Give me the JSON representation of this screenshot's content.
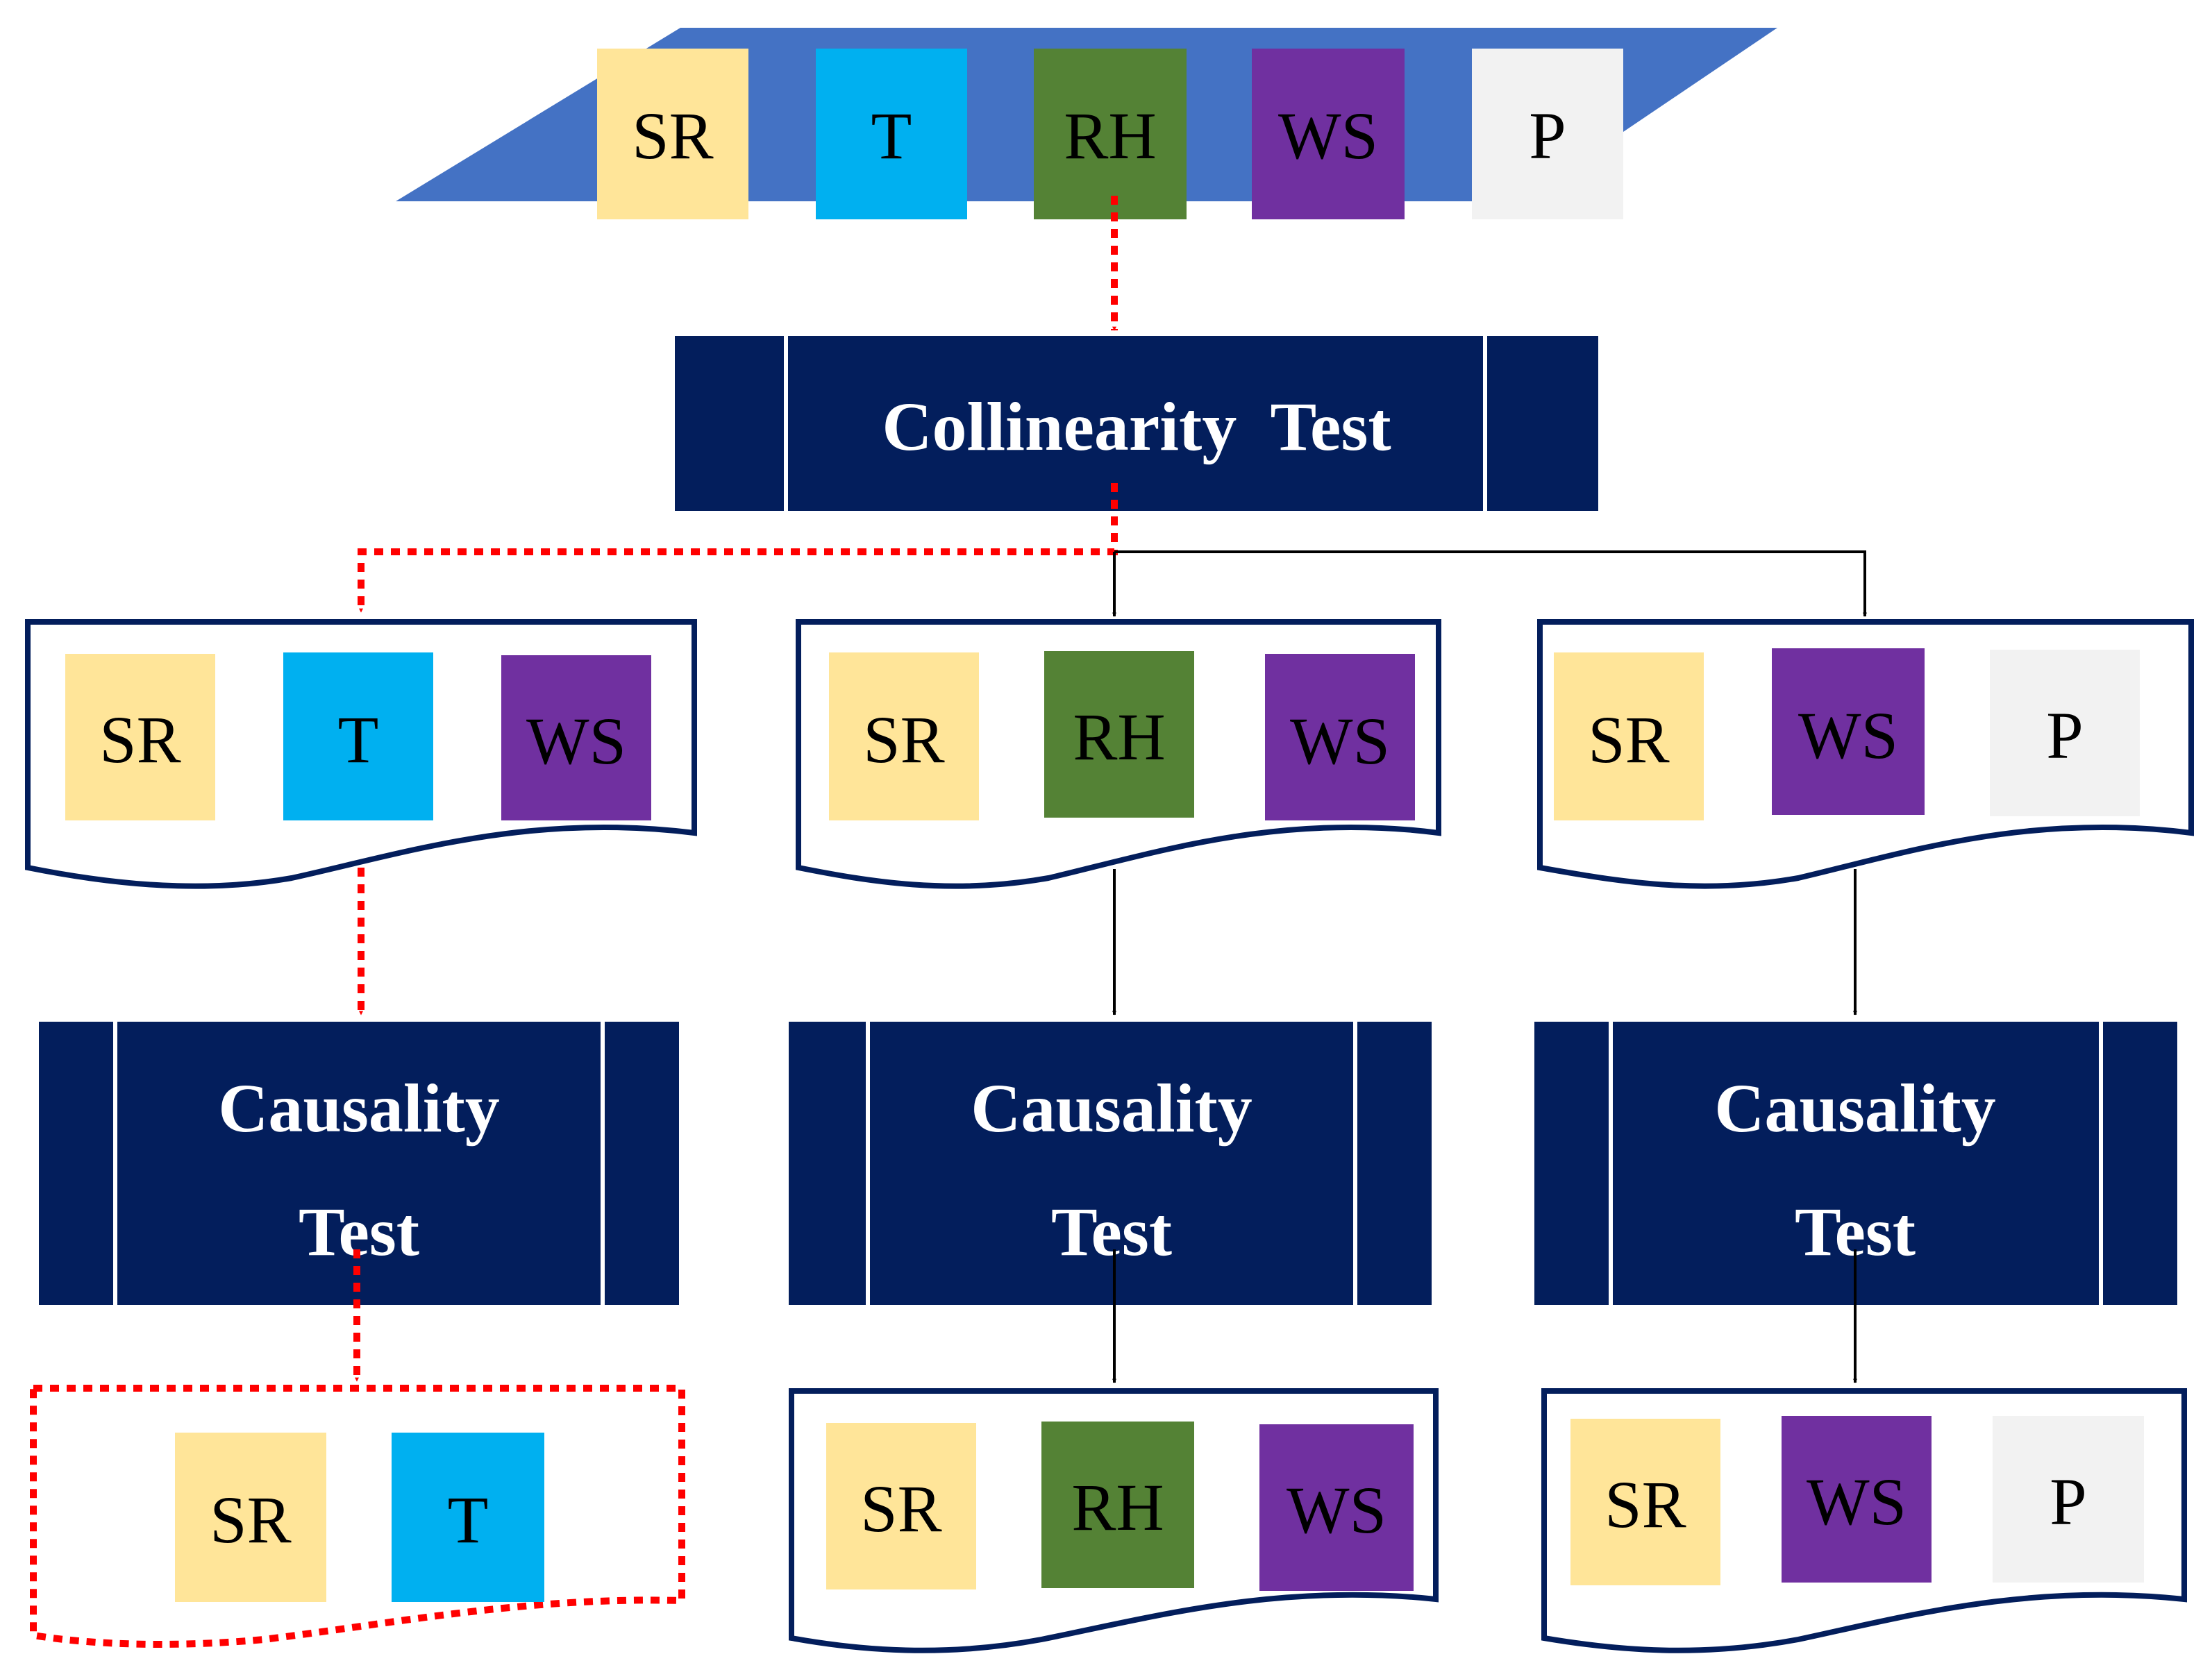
{
  "colors": {
    "navy": "#031e5c",
    "parallelogram": "#4472c4",
    "selected_path": "#ff0000",
    "normal_path": "#000000",
    "SR": "#ffe599",
    "T": "#00b0f0",
    "RH": "#548235",
    "WS": "#7030a0",
    "P": "#f2f2f2"
  },
  "input_variables": [
    "SR",
    "T",
    "RH",
    "WS",
    "P"
  ],
  "collinearity": {
    "line1": "Collinearity  Test"
  },
  "subsets": [
    [
      "SR",
      "T",
      "WS"
    ],
    [
      "SR",
      "RH",
      "WS"
    ],
    [
      "SR",
      "WS",
      "P"
    ]
  ],
  "causality": [
    {
      "line1": "Causality",
      "line2": "Test"
    },
    {
      "line1": "Causality",
      "line2": "Test"
    },
    {
      "line1": "Causality",
      "line2": "Test"
    }
  ],
  "results": [
    [
      "SR",
      "T"
    ],
    [
      "SR",
      "RH",
      "WS"
    ],
    [
      "SR",
      "WS",
      "P"
    ]
  ]
}
